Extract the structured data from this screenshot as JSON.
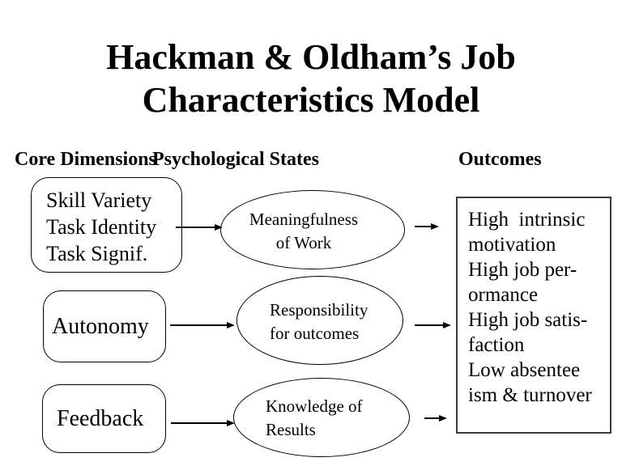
{
  "title": {
    "line1": "Hackman & Oldham’s Job",
    "line2": "Characteristics Model"
  },
  "column_headers": {
    "core_dimensions": "Core Dimensions",
    "psychological_states": "Psychological States",
    "outcomes": "Outcomes"
  },
  "core_dimensions": {
    "box1_lines": [
      "Skill Variety",
      "Task Identity",
      "Task Signif."
    ],
    "box2_label": "Autonomy",
    "box3_label": "Feedback"
  },
  "psychological_states": {
    "ellipse1_lines": [
      "Meaningfulness",
      "of Work"
    ],
    "ellipse2_lines": [
      "Responsibility",
      "for outcomes"
    ],
    "ellipse3_lines": [
      "Knowledge of",
      "Results"
    ]
  },
  "outcomes": {
    "box_lines": [
      "High  intrinsic",
      "motivation",
      "High job per-",
      "ormance",
      "High job satis-",
      "faction",
      "Low absentee",
      "ism & turnover"
    ]
  },
  "colors": {
    "background": "#ffffff",
    "text": "#000000",
    "shape_border": "#000000",
    "outcomes_border": "#3c3c3c"
  }
}
